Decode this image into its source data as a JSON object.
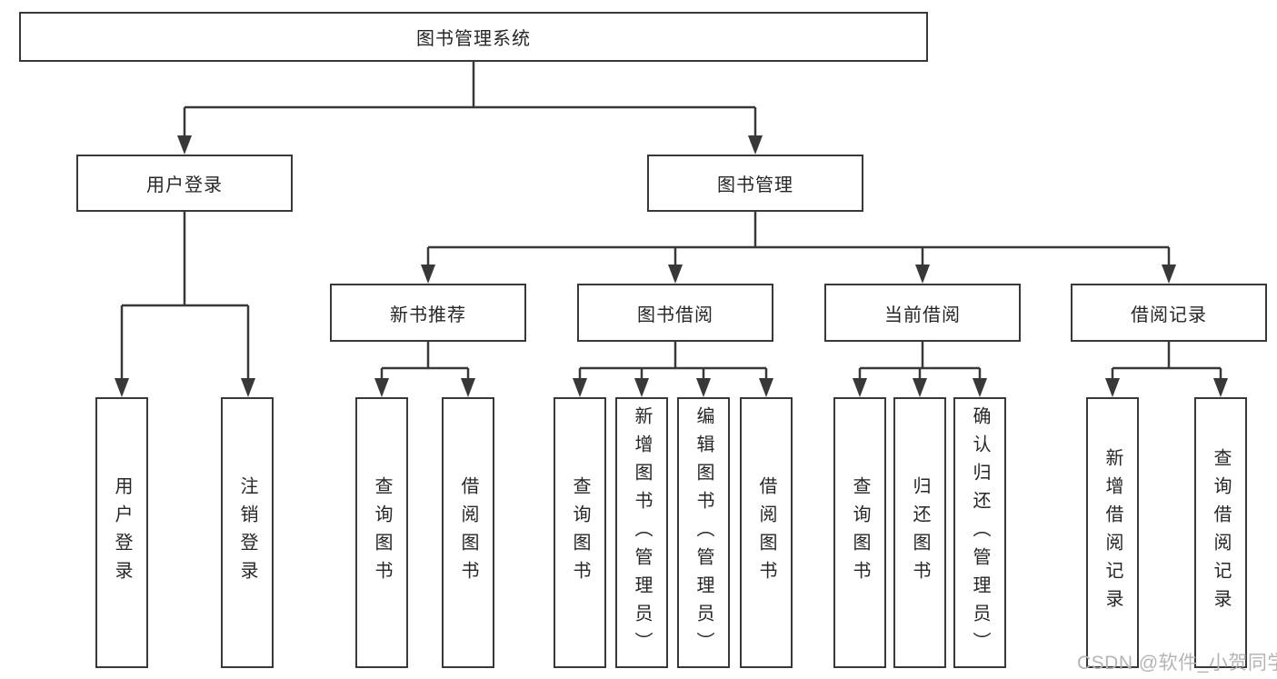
{
  "colors": {
    "line": "#383838",
    "box_border": "#383838",
    "text": "#262626",
    "watermark": "#b4b4b4"
  },
  "tree": {
    "root": {
      "label": "图书管理系统"
    },
    "branches": [
      {
        "label": "用户登录",
        "children": [
          {
            "label": "用户登录"
          },
          {
            "label": "注销登录"
          }
        ]
      },
      {
        "label": "图书管理",
        "children": [
          {
            "label": "新书推荐",
            "children": [
              {
                "label": "查询图书"
              },
              {
                "label": "借阅图书"
              }
            ]
          },
          {
            "label": "图书借阅",
            "children": [
              {
                "label": "查询图书"
              },
              {
                "label": "新增图书（管理员）"
              },
              {
                "label": "编辑图书（管理员）"
              },
              {
                "label": "借阅图书"
              }
            ]
          },
          {
            "label": "当前借阅",
            "children": [
              {
                "label": "查询图书"
              },
              {
                "label": "归还图书"
              },
              {
                "label": "确认归还（管理员）"
              }
            ]
          },
          {
            "label": "借阅记录",
            "children": [
              {
                "label": "新增借阅记录"
              },
              {
                "label": "查询借阅记录"
              }
            ]
          }
        ]
      }
    ]
  },
  "watermark": "CSDN @软件_小贺同学"
}
